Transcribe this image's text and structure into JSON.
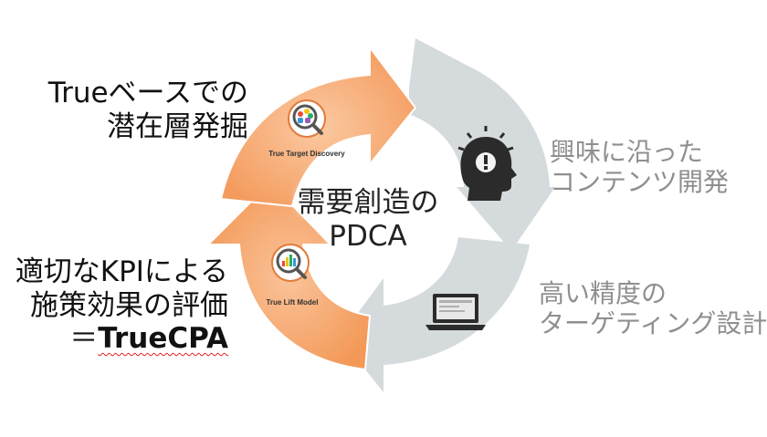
{
  "step_top_left": [
    "Trueベースでの",
    "潜在層発掘"
  ],
  "step_top_right": [
    "興味に沿った",
    "コンテンツ開発"
  ],
  "step_bottom_right": [
    "高い精度の",
    "ターゲティング設計"
  ],
  "step_bottom_left": [
    "適切なKPIによる",
    "施策効果の評価"
  ],
  "step_bottom_left_result": {
    "prefix": "＝",
    "name": "TrueCPA"
  },
  "center": [
    "需要創造の",
    "PDCA"
  ],
  "badges": {
    "top": "True Target Discovery",
    "bottom": "True Lift Model"
  },
  "icons": {
    "top_badge": "magnifier-people-icon",
    "bottom_badge": "magnifier-chart-icon",
    "idea": "head-lightbulb-icon",
    "device": "laptop-icon"
  },
  "colors": {
    "orange": "#f6a46d",
    "orange_light": "#f9c8a0",
    "gray_arrow": "#d5dadd",
    "gray_text": "#8f8f8f"
  }
}
